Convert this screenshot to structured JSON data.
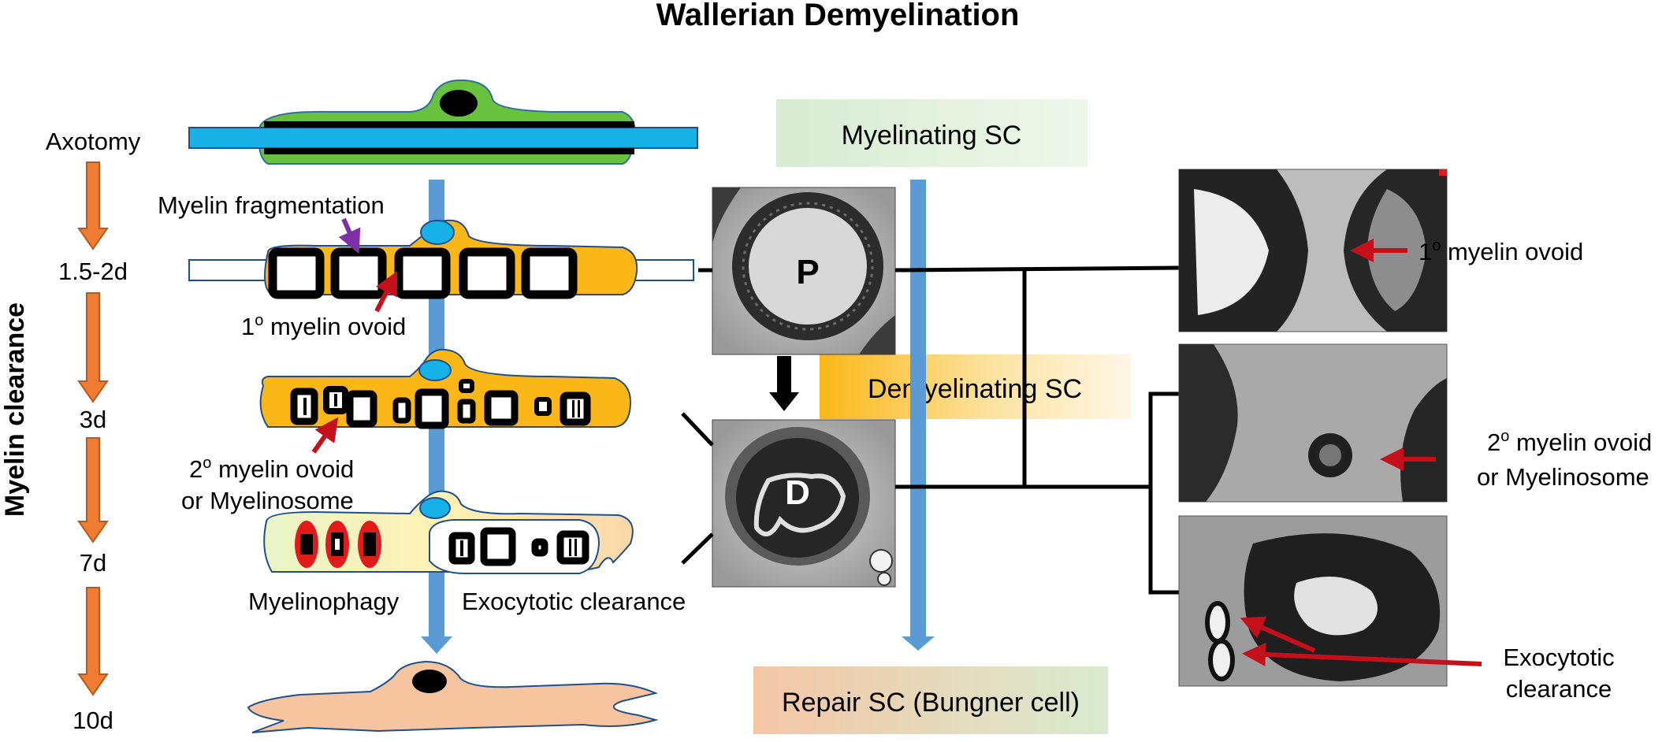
{
  "title": "Wallerian Demyelination",
  "side_label": "Myelin clearance",
  "timeline": [
    "Axotomy",
    "1.5-2d",
    "3d",
    "7d",
    "10d"
  ],
  "annotations": {
    "myelin_fragmentation": "Myelin fragmentation",
    "primary_ovoid_left": "1",
    "primary_ovoid_left_sup": "o",
    "primary_ovoid_left_rest": " myelin ovoid",
    "secondary_ovoid_line1_num": "2",
    "secondary_ovoid_line1_sup": "o",
    "secondary_ovoid_line1_rest": " myelin ovoid",
    "secondary_ovoid_line2": "or Myelinosome",
    "myelinophagy": "Myelinophagy",
    "exocytotic_clearance": "Exocytotic clearance"
  },
  "stages": {
    "myelinating": "Myelinating SC",
    "demyelinating": "Demyelinating SC",
    "repair": "Repair SC (Bungner cell)"
  },
  "micrographs": {
    "p_label": "P",
    "d_label": "D"
  },
  "right_labels": {
    "primary_num": "1",
    "primary_sup": "o",
    "primary_rest": " myelin ovoid",
    "secondary_line1_num": "2",
    "secondary_line1_sup": "o",
    "secondary_line1_rest": " myelin ovoid",
    "secondary_line2": "or Myelinosome",
    "exocytotic_line1": "Exocytotic",
    "exocytotic_line2": "clearance"
  },
  "colors": {
    "axon_blue": "#16b1e6",
    "schwann_green": "#69c23d",
    "myelin_orange": "#fbb717",
    "repair_peach": "#f7c4a0",
    "timeline_orange": "#f07b32",
    "arrow_red": "#c4101b",
    "arrow_purple": "#7d2fa8",
    "flow_blue": "#5b9bd5"
  }
}
